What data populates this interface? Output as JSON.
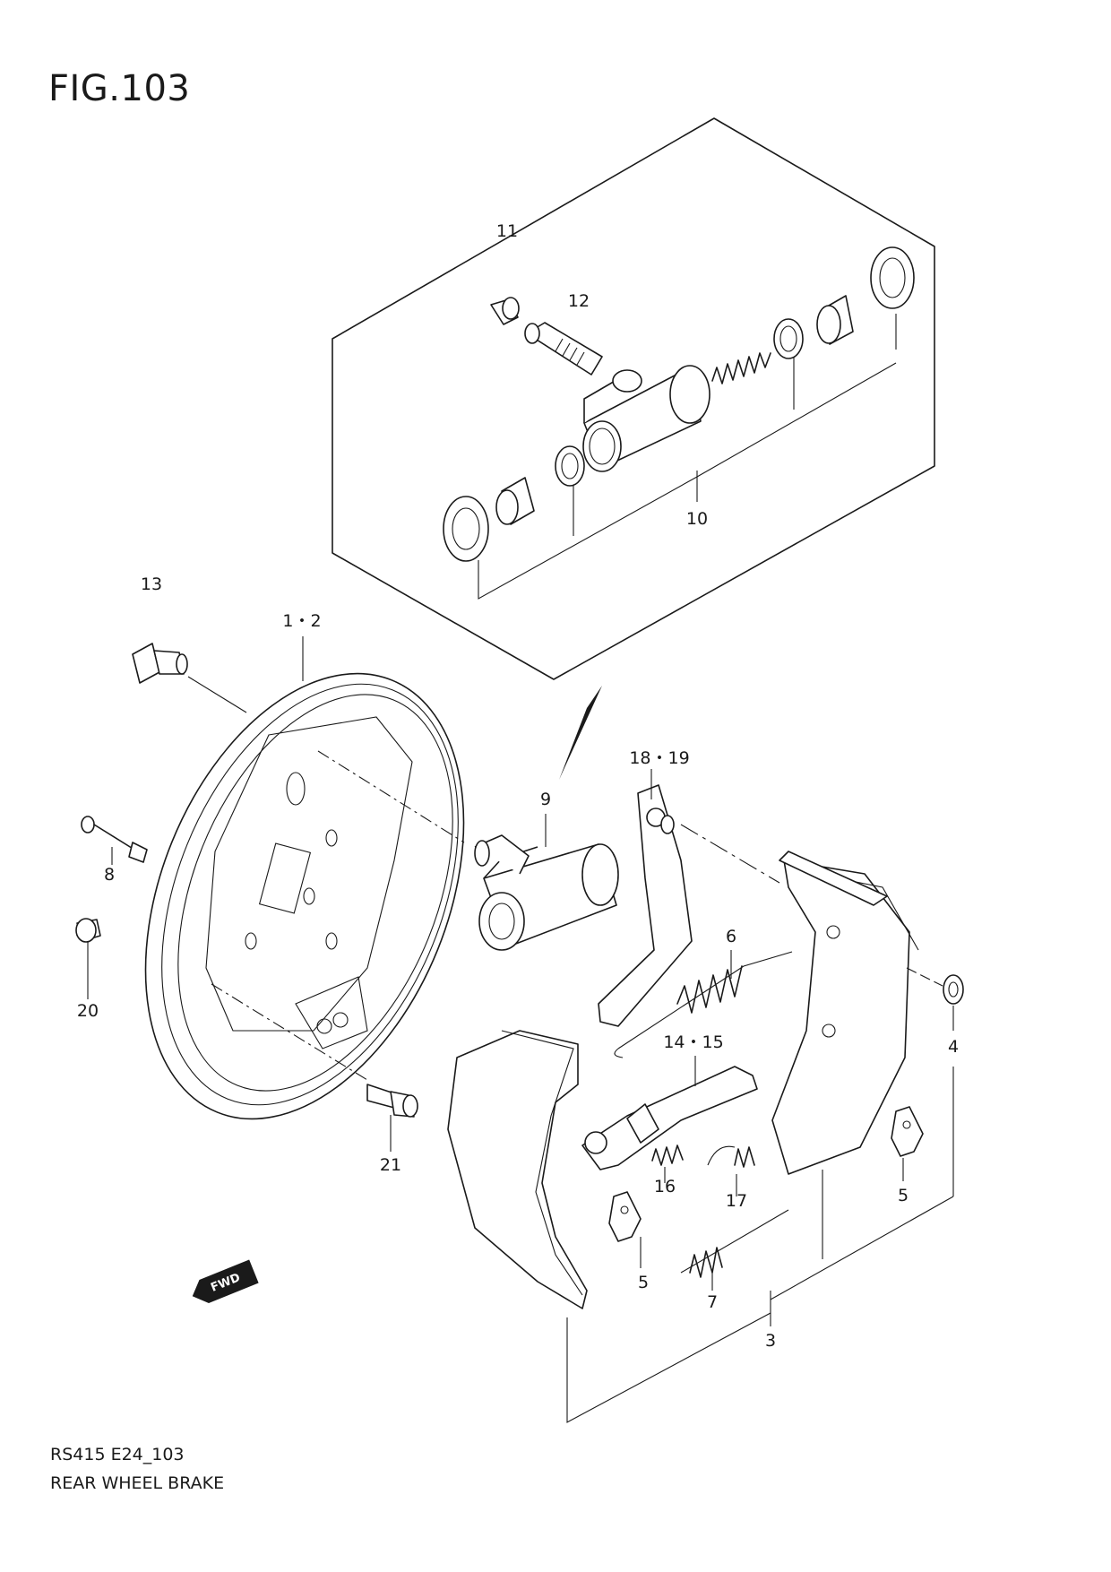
{
  "figure": {
    "title": "FIG.103"
  },
  "footer": {
    "code": "RS415 E24_103",
    "caption": "REAR WHEEL BRAKE"
  },
  "fwd_badge": {
    "text": "FWD"
  },
  "callouts": {
    "c1_2": "1・2",
    "c3": "3",
    "c4": "4",
    "c5a": "5",
    "c5b": "5",
    "c6": "6",
    "c7": "7",
    "c8": "8",
    "c9": "9",
    "c10": "10",
    "c11": "11",
    "c12": "12",
    "c13": "13",
    "c14_15": "14・15",
    "c16": "16",
    "c17": "17",
    "c18_19": "18・19",
    "c20": "20",
    "c21": "21"
  }
}
